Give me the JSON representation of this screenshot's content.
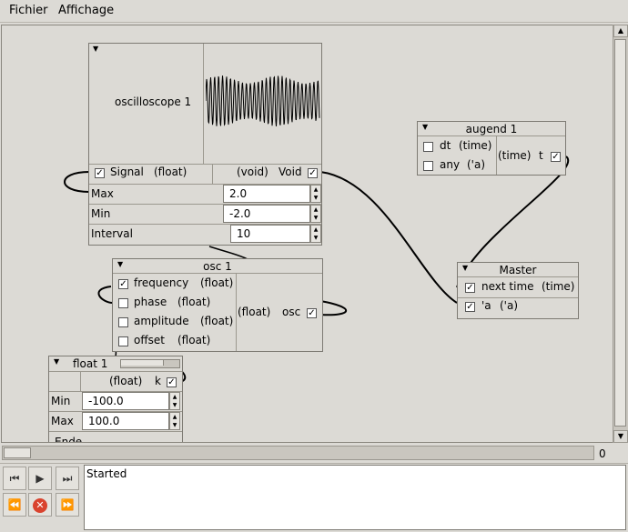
{
  "menu": {
    "file": "Fichier",
    "view": "Affichage"
  },
  "oscilloscope": {
    "title": "oscilloscope 1",
    "signal_label": "Signal",
    "signal_type": "(float)",
    "out_type": "(void)",
    "out_label": "Void",
    "params": [
      {
        "label": "Max",
        "value": "2.0"
      },
      {
        "label": "Min",
        "value": "-2.0"
      },
      {
        "label": "Interval",
        "value": "10"
      }
    ]
  },
  "osc": {
    "title": "osc 1",
    "inputs": [
      {
        "label": "frequency",
        "type": "(float)"
      },
      {
        "label": "phase",
        "type": "(float)"
      },
      {
        "label": "amplitude",
        "type": "(float)"
      },
      {
        "label": "offset",
        "type": "(float)"
      }
    ],
    "out_type": "(float)",
    "out_label": "osc"
  },
  "augend": {
    "title": "augend 1",
    "inputs": [
      {
        "label": "dt",
        "type": "(time)"
      },
      {
        "label": "any",
        "type": "('a)"
      }
    ],
    "out_type": "(time)",
    "out_label": "t"
  },
  "master": {
    "title": "Master",
    "inputs": [
      {
        "label": "next time",
        "type": "(time)"
      },
      {
        "label": "'a",
        "type": "('a)"
      }
    ]
  },
  "float": {
    "title": "float 1",
    "out_type": "(float)",
    "out_label": "k",
    "params": [
      {
        "label": "Min",
        "value": "-100.0"
      },
      {
        "label": "Max",
        "value": "100.0"
      }
    ],
    "partial_label": "Ende"
  },
  "timeline": {
    "value": "0"
  },
  "log": {
    "text": "Started"
  },
  "icons": [
    "first-icon",
    "play-icon",
    "last-icon",
    "rewind-icon",
    "stop-icon",
    "forward-icon",
    "dropdown-icon"
  ]
}
